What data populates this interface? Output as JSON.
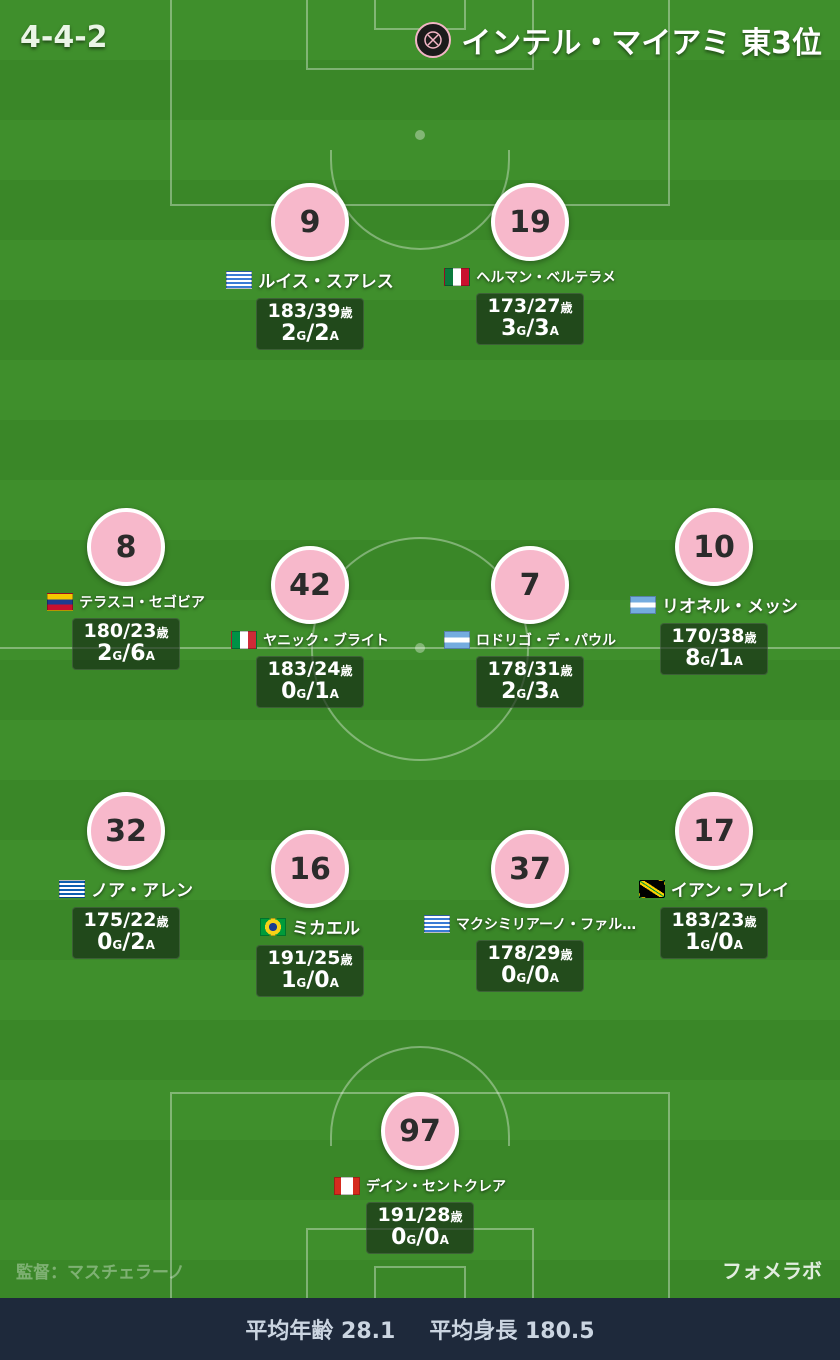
{
  "formation": "4-4-2",
  "team": {
    "name": "インテル・マイアミ 東3位",
    "crest_icon": "inter-miami-crest-icon"
  },
  "manager": "監督：マスチェラーノ",
  "brand": "フォメラボ",
  "footer": {
    "avg_age": "平均年齢 28.1",
    "avg_height": "平均身長 180.5"
  },
  "players": {
    "p9": {
      "number": "9",
      "name": "ルイス・スアレス",
      "flag": "uruguay-flag-icon",
      "hw": "183/39",
      "g": "2",
      "a": "2"
    },
    "p19": {
      "number": "19",
      "name": "ヘルマン・ベルテラメ",
      "flag": "mexico-flag-icon",
      "hw": "173/27",
      "g": "3",
      "a": "3"
    },
    "p8": {
      "number": "8",
      "name": "テラスコ・セゴビア",
      "flag": "venezuela-flag-icon",
      "hw": "180/23",
      "g": "2",
      "a": "6"
    },
    "p42": {
      "number": "42",
      "name": "ヤニック・ブライト",
      "flag": "italy-flag-icon",
      "hw": "183/24",
      "g": "0",
      "a": "1"
    },
    "p7": {
      "number": "7",
      "name": "ロドリゴ・デ・パウル",
      "flag": "argentina-flag-icon",
      "hw": "178/31",
      "g": "2",
      "a": "3"
    },
    "p10": {
      "number": "10",
      "name": "リオネル・メッシ",
      "flag": "argentina-flag-icon",
      "hw": "170/38",
      "g": "8",
      "a": "1"
    },
    "p32": {
      "number": "32",
      "name": "ノア・アレン",
      "flag": "greece-flag-icon",
      "hw": "175/22",
      "g": "0",
      "a": "2"
    },
    "p16": {
      "number": "16",
      "name": "ミカエル",
      "flag": "brazil-flag-icon",
      "hw": "191/25",
      "g": "1",
      "a": "0"
    },
    "p37": {
      "number": "37",
      "name": "マクシミリアーノ・ファル…",
      "flag": "uruguay-flag-icon",
      "hw": "178/29",
      "g": "0",
      "a": "0"
    },
    "p17": {
      "number": "17",
      "name": "イアン・フレイ",
      "flag": "jamaica-flag-icon",
      "hw": "183/23",
      "g": "1",
      "a": "0"
    },
    "p97": {
      "number": "97",
      "name": "デイン・セントクレア",
      "flag": "canada-flag-icon",
      "hw": "191/28",
      "g": "0",
      "a": "0"
    }
  },
  "labels": {
    "age_unit": "歳",
    "goal_unit": "G",
    "assist_unit": "A",
    "sep": "/"
  }
}
